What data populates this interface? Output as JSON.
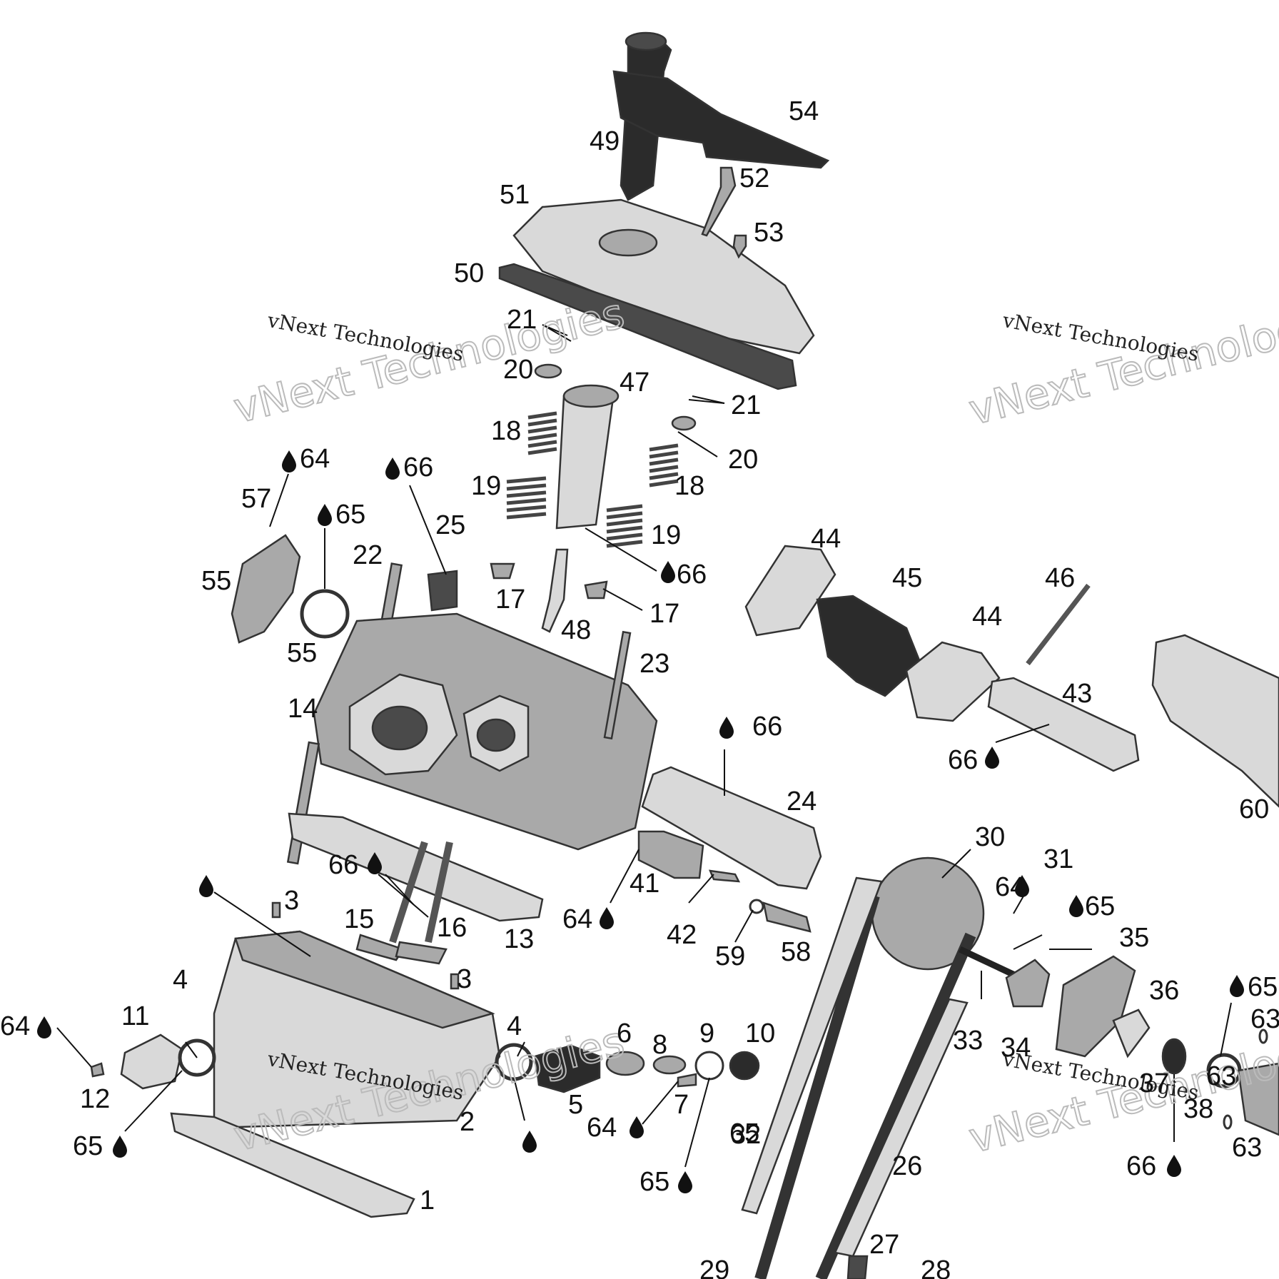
{
  "watermarks": [
    {
      "line1": "vNext Technologies",
      "big": "vNext Technologies"
    },
    {
      "line1": "vNext Technologies",
      "big": "vNext Technologies"
    },
    {
      "line1": "vNext Technologies",
      "big": "vNext Technologies"
    },
    {
      "line1": "vNext Technologies",
      "big": "vNext Technologies"
    }
  ],
  "callouts": [
    "54",
    "49",
    "52",
    "51",
    "53",
    "50",
    "21",
    "20",
    "47",
    "21",
    "18",
    "20",
    "64",
    "66",
    "18",
    "19",
    "57",
    "65",
    "25",
    "19",
    "55",
    "22",
    "17",
    "66",
    "17",
    "48",
    "44",
    "45",
    "44",
    "46",
    "55",
    "23",
    "14",
    "43",
    "66",
    "66",
    "60",
    "24",
    "66",
    "3",
    "15",
    "16",
    "13",
    "41",
    "64",
    "30",
    "64",
    "31",
    "65",
    "35",
    "42",
    "59",
    "58",
    "3",
    "4",
    "11",
    "64",
    "4",
    "6",
    "8",
    "9",
    "10",
    "36",
    "65",
    "63",
    "33",
    "34",
    "12",
    "65",
    "5",
    "37",
    "38",
    "63",
    "2",
    "64",
    "7",
    "65",
    "32",
    "66",
    "63",
    "1",
    "65",
    "26",
    "27",
    "28",
    "29"
  ],
  "colors": {
    "ink": "#111111",
    "part_dark": "#2b2b2b",
    "part_light": "#d9d9d9",
    "watermark": "#bbbbbb"
  }
}
